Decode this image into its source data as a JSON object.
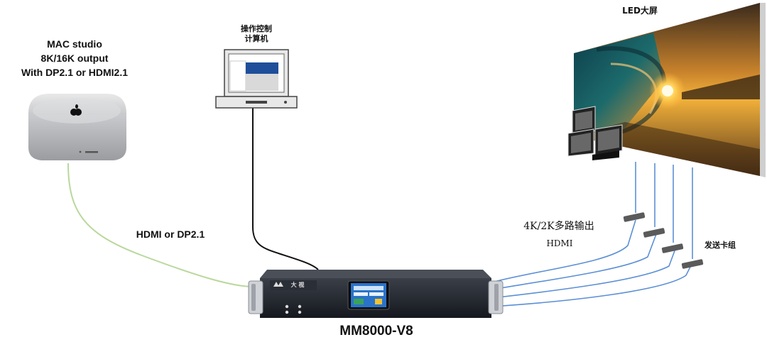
{
  "mac": {
    "line1": "MAC studio",
    "line2": "8K/16K output",
    "line3": "With DP2.1 or HDMI2.1"
  },
  "computer": {
    "line1": "操作控制",
    "line2": "计算机"
  },
  "led": {
    "title": "LED大屏"
  },
  "links": {
    "input_label": "HDMI or DP2.1",
    "output_label_1": "4K/2K多路输出",
    "output_label_2": "HDMI",
    "cards_label": "发送卡组"
  },
  "device": {
    "model": "MM8000-V8",
    "brand": "大 视"
  },
  "colors": {
    "input_cable": "#b9d89c",
    "control_cable": "#111111",
    "output_cable": "#5b8fd6",
    "chassis": "#1f232b",
    "screen_panel": "#2a73c9"
  }
}
